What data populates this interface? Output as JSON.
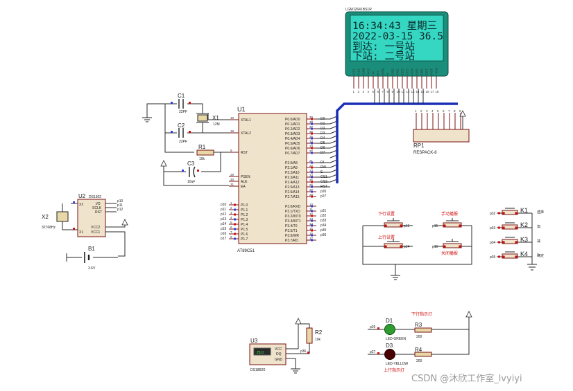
{
  "lcd": {
    "part": "LGM12641BS1R",
    "lines": [
      "16:34:43  星期三",
      "2022-03-15   36.5",
      "到达: 一号站",
      "下站: 二号站"
    ],
    "pins": [
      "CS1",
      "CS2",
      "GND",
      "VCC",
      "V0",
      "RS",
      "R/W",
      "E",
      "DB0",
      "DB1",
      "DB2",
      "DB3",
      "DB4",
      "DB5",
      "DB6",
      "DB7",
      "RST",
      "-Vout"
    ]
  },
  "mcu": {
    "ref": "U1",
    "part": "AT89C51",
    "left_pins": [
      {
        "num": "19",
        "name": "XTAL1"
      },
      {
        "num": "18",
        "name": "XTAL2"
      },
      {
        "num": "9",
        "name": "RST"
      },
      {
        "num": "29",
        "name": "PSEN"
      },
      {
        "num": "30",
        "name": "ALE"
      },
      {
        "num": "31",
        "name": "EA"
      },
      {
        "num": "1",
        "name": "P1.0",
        "net": "p10"
      },
      {
        "num": "2",
        "name": "P1.1",
        "net": "p11"
      },
      {
        "num": "3",
        "name": "P1.2",
        "net": "p12"
      },
      {
        "num": "4",
        "name": "P1.3",
        "net": "p13"
      },
      {
        "num": "5",
        "name": "P1.4",
        "net": "p14"
      },
      {
        "num": "6",
        "name": "P1.5",
        "net": "p15"
      },
      {
        "num": "7",
        "name": "P1.6",
        "net": "p16"
      },
      {
        "num": "8",
        "name": "P1.7",
        "net": "p17"
      }
    ],
    "right_pins": [
      {
        "num": "39",
        "name": "P0.0/AD0",
        "net": "D0"
      },
      {
        "num": "38",
        "name": "P0.1/AD1",
        "net": "D1"
      },
      {
        "num": "37",
        "name": "P0.2/AD2",
        "net": "D2"
      },
      {
        "num": "36",
        "name": "P0.3/AD3",
        "net": "D3"
      },
      {
        "num": "35",
        "name": "P0.4/AD4",
        "net": "D4"
      },
      {
        "num": "34",
        "name": "P0.5/AD5",
        "net": "D5"
      },
      {
        "num": "33",
        "name": "P0.6/AD6",
        "net": "D6"
      },
      {
        "num": "32",
        "name": "P0.7/AD7",
        "net": "D7"
      },
      {
        "num": "21",
        "name": "P2.0/A8",
        "net": "DI"
      },
      {
        "num": "22",
        "name": "P2.1/A9",
        "net": "RW"
      },
      {
        "num": "23",
        "name": "P2.2/A10",
        "net": "E"
      },
      {
        "num": "24",
        "name": "P2.3/A11",
        "net": "CS1"
      },
      {
        "num": "25",
        "name": "P2.4/A12",
        "net": "CS2"
      },
      {
        "num": "26",
        "name": "P2.5/A13",
        "net": "RST"
      },
      {
        "num": "27",
        "name": "P2.6/A14",
        "net": "p26"
      },
      {
        "num": "28",
        "name": "P2.7/A15",
        "net": "p27"
      },
      {
        "num": "10",
        "name": "P3.0/RXD"
      },
      {
        "num": "11",
        "name": "P3.1/TXD",
        "net": "p31"
      },
      {
        "num": "12",
        "name": "P3.2/INT0",
        "net": "p32"
      },
      {
        "num": "13",
        "name": "P3.3/INT1",
        "net": "p33"
      },
      {
        "num": "14",
        "name": "P3.4/T0",
        "net": "p34"
      },
      {
        "num": "15",
        "name": "P3.5/T1",
        "net": "p35"
      },
      {
        "num": "16",
        "name": "P3.6/WR",
        "net": "p36"
      },
      {
        "num": "17",
        "name": "P3.7/RD"
      }
    ]
  },
  "crystal_x1": {
    "ref": "C1",
    "val": "22PF",
    "x_ref": "X1",
    "x_val": "12M",
    "c2_ref": "C2",
    "c2_val": "22PF"
  },
  "reset": {
    "r_ref": "R1",
    "r_val": "10k",
    "c_ref": "C3",
    "c_val": "10uF"
  },
  "rtc": {
    "ref": "U2",
    "part": "DS1302",
    "x2_ref": "X2",
    "x2_val": "32768Hz",
    "pins": [
      "X2",
      "X1",
      "I/O",
      "SCLK",
      "RST",
      "VCC2",
      "VCC1"
    ],
    "nets": [
      "p10",
      "p11",
      "p12"
    ],
    "batt_ref": "B1",
    "batt_val": "3.6V"
  },
  "rp1": {
    "ref": "RP1",
    "part": "RESPACK-8"
  },
  "buttons": {
    "b1": "下行设置",
    "b2": "手动播报",
    "b3": "上行设置",
    "b4": "关闭播报",
    "nets": [
      "p13",
      "p14",
      "p15",
      "p16"
    ],
    "k": [
      "K1",
      "K2",
      "K3",
      "K4"
    ],
    "k_labels": [
      "选择",
      "加",
      "减",
      "确定"
    ],
    "k_nets": [
      "p32",
      "p33",
      "p34",
      "p35"
    ]
  },
  "temp": {
    "ref": "U3",
    "part": "DS18B20",
    "display": "25.0",
    "pins": [
      "VCC",
      "DQ",
      "GND"
    ],
    "r_ref": "R2",
    "r_val": "10k",
    "net": "p36"
  },
  "leds": {
    "d1_ref": "D1",
    "d1_part": "LED-GREEN",
    "d1_label": "下行指示灯",
    "r3_ref": "R3",
    "r3_val": "200",
    "net1": "p26",
    "d3_ref": "D3",
    "d3_part": "LED-YELLOW",
    "d3_label": "上行指示灯",
    "r4_ref": "R4",
    "r4_val": "200",
    "net2": "p27"
  },
  "watermark": "CSDN @沐欣工作室_lvyiyi"
}
